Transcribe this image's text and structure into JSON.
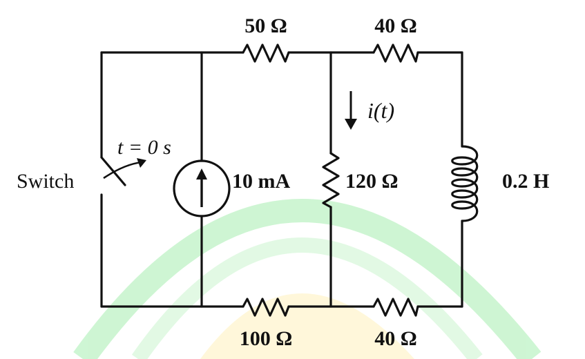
{
  "labels": {
    "r_top_left": "50 Ω",
    "r_top_right": "40 Ω",
    "r_bottom_left": "100 Ω",
    "r_bottom_right": "40 Ω",
    "r_middle": "120 Ω",
    "source": "10 mA",
    "inductor": "0.2 H",
    "switch": "Switch",
    "switch_time": "t = 0 s",
    "current": "i(t)"
  },
  "colors": {
    "ink": "#111111",
    "watermark_green": "#c9f5cf",
    "watermark_yellow": "#fff3c4"
  }
}
